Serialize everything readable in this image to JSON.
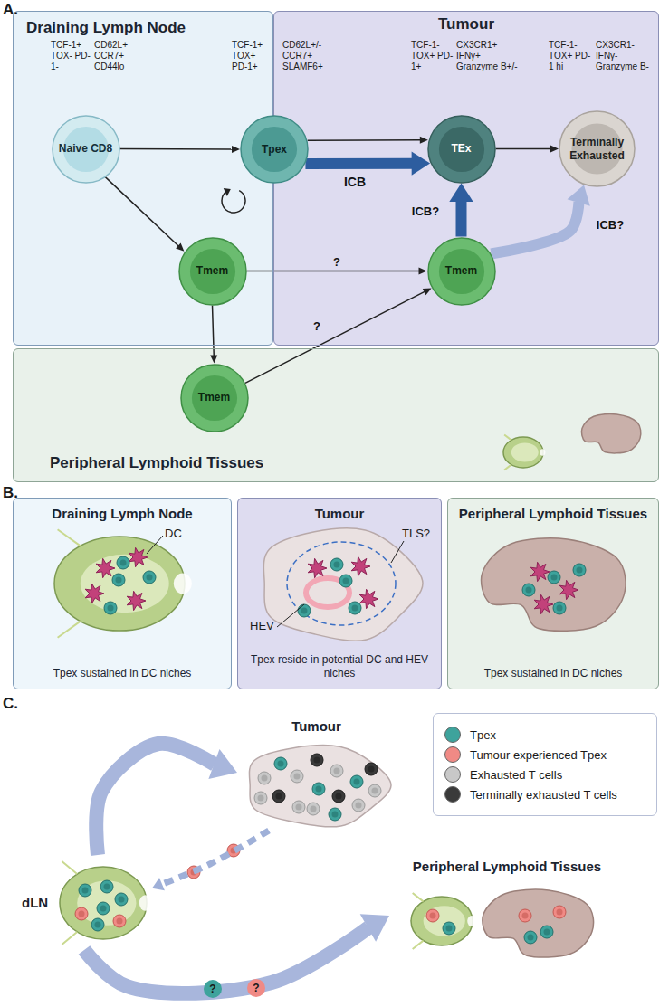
{
  "diagram": {
    "nodes": [
      {
        "text": [
          "Draining Lymph Node"
        ]
      },
      {
        "text": [
          "Tumour"
        ]
      },
      {
        "text": [
          "Peripheral Lymphoid Tissues"
        ]
      },
      {
        "text": [
          "Naive CD8"
        ],
        "in": 0
      },
      {
        "text": [
          "Tpex"
        ]
      },
      {
        "text": [
          "TEx"
        ],
        "in": 1
      },
      {
        "text": [
          "Terminally Exhausted"
        ],
        "in": 1
      },
      {
        "text": [
          "Tmem"
        ],
        "in": 0
      },
      {
        "text": [
          "Tmem"
        ],
        "in": 1
      },
      {
        "text": [
          "Tmem"
        ],
        "in": 2
      },
      {
        "text": [
          "Draining Lymph Node",
          "Tpex sustained in DC niches"
        ]
      },
      {
        "text": [
          "Tumour",
          "Tpex reside in potential DC and HEV niches"
        ]
      },
      {
        "text": [
          "Peripheral Lymphoid Tissues",
          "Tpex sustained in DC niches"
        ]
      },
      {
        "text": [
          "Tumour"
        ]
      },
      {
        "text": [
          "dLN"
        ]
      },
      {
        "text": [
          "Peripheral Lymphoid Tissues"
        ]
      }
    ],
    "edges": [
      {
        "from": 3,
        "to": 4,
        "arrow": "to"
      },
      {
        "from": 3,
        "to": 7,
        "arrow": "to"
      },
      {
        "from": 4,
        "to": 5,
        "arrow": "to"
      },
      {
        "from": 4,
        "to": 5,
        "arrow": "to",
        "label": "ICB"
      },
      {
        "from": 5,
        "to": 6,
        "arrow": "to"
      },
      {
        "from": 7,
        "to": 8,
        "arrow": "to",
        "label": "?"
      },
      {
        "from": 8,
        "to": 5,
        "arrow": "to",
        "label": "ICB?"
      },
      {
        "from": 8,
        "to": 6,
        "arrow": "to",
        "label": "ICB?"
      },
      {
        "from": 7,
        "to": 9,
        "arrow": "to"
      },
      {
        "from": 9,
        "to": 8,
        "arrow": "to",
        "label": "?"
      },
      {
        "from": 14,
        "to": 13,
        "arrow": "to"
      },
      {
        "from": 13,
        "to": 14,
        "arrow": "to"
      },
      {
        "from": 14,
        "to": 15,
        "arrow": "to"
      }
    ],
    "labels": [
      "A.",
      "TCF-1+ TOX- PD-1-",
      "CD62L+ CCR7+ CD44lo",
      "TCF-1+ TOX+ PD-1+",
      "CD62L+/- CCR7+ SLAMF6+",
      "TCF-1- TOX+ PD-1+",
      "CX3CR1+ IFNγ+ Granzyme B+/-",
      "TCF-1- TOX+ PD-1 hi",
      "CX3CR1- IFNγ- Granzyme B-",
      "B.",
      "DC",
      "HEV",
      "TLS?",
      "C.",
      "?",
      "?"
    ],
    "legend": [
      {
        "text": "Tpex",
        "color": "#3ea39c"
      },
      {
        "text": "Tumour experienced Tpex",
        "color": "#f08a85"
      },
      {
        "text": "Exhausted T cells",
        "color": "#c8c8c8"
      },
      {
        "text": "Terminally exhausted T cells",
        "color": "#3a3a3a"
      }
    ]
  }
}
